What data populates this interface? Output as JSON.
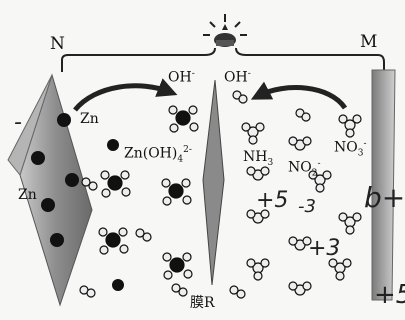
{
  "labels": {
    "electrode_left": "N",
    "electrode_right": "M",
    "metal_zn_1": "Zn",
    "metal_zn_2": "Zn",
    "ion_oh_1": "OH",
    "ion_oh_2": "OH",
    "oh_charge": "-",
    "zincate_base": "Zn(OH)",
    "zincate_sub": "4",
    "zincate_sup": "2-",
    "nh3_base": "NH",
    "nh3_sub": "3",
    "no2_base": "NO",
    "no2_sub": "2",
    "no2_sup": "-",
    "no3_base": "NO",
    "no3_sub": "3",
    "no3_sup": "-",
    "membrane": "膜R"
  },
  "handwriting": {
    "left_mark": "-",
    "mark_1": "+5",
    "mark_2": "+3",
    "mark_3": "-3",
    "right_mark": "b+",
    "right_mark_2": "+5"
  },
  "icons": {
    "lamp": "lamp-icon"
  },
  "colors": {
    "electrode": "#9a9a9a",
    "particle_dark": "#111111",
    "particle_light": "#e8e8e8"
  }
}
